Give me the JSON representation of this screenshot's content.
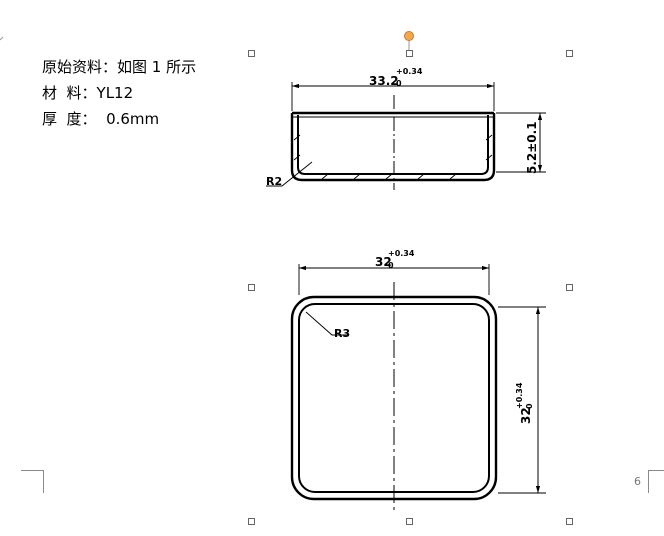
{
  "spec": {
    "material_source": "原始资料：如图 1 所示",
    "material": "材  料：YL12",
    "thickness": "厚  度：  0.6mm"
  },
  "drawing": {
    "side_width_dim": "33.2",
    "side_width_tol_upper": "+0.34",
    "side_width_tol_lower": "0",
    "side_height_dim": "5.2±0.1",
    "side_radius": "R2",
    "top_width_dim": "32",
    "top_width_tol_upper": "+0.34",
    "top_width_tol_lower": "0",
    "top_height_dim": "32",
    "top_height_tol_upper": "+0.34",
    "top_height_tol_lower": "0",
    "top_radius": "R3"
  },
  "page": {
    "number": "6"
  }
}
